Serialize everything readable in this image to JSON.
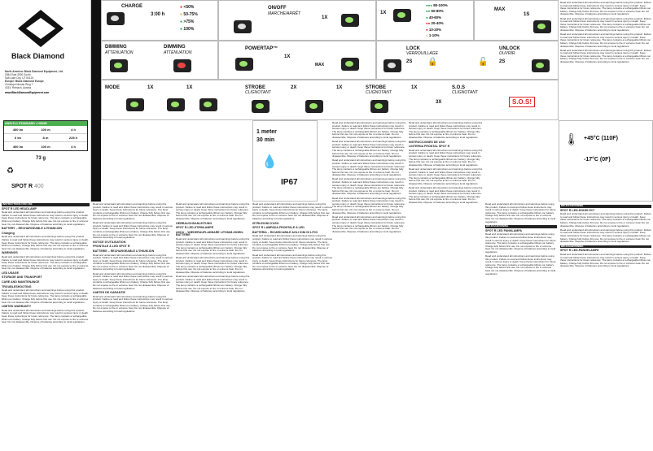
{
  "brand": {
    "name": "Black Diamond",
    "product": "SPOT R",
    "model": "400"
  },
  "address": {
    "lines": [
      "North America: Black Diamond Equipment, Ltd.",
      "2084 East 3900 South",
      "Salt Lake City, UT 84124",
      "Europe: Black Diamond Europe",
      "Christoph Merian Ring 7",
      "4153, Reinach, Austria"
    ],
    "web": "www.BlackDiamondEquipment.com"
  },
  "spec": {
    "header": "ANSI FL1 STANDARD • HIGHR",
    "rows": [
      {
        "mode": "400 lm",
        "dist": "100 m",
        "time": "4 h"
      },
      {
        "mode": "6 lm",
        "dist": "8 m",
        "time": "225 h"
      },
      {
        "mode": "400 lm",
        "dist": "100 m",
        "time": "4 h"
      }
    ],
    "weight": "73 g"
  },
  "sections": {
    "charge": "CHARGE",
    "charge_time": "3:00 h",
    "charge_levels": [
      "<50%",
      "50-75%",
      ">75%",
      "100%"
    ],
    "onoff": "ON/OFF",
    "onoff_fr": "MARCHE/ARRÊT",
    "battery_levels": [
      "80-100%",
      "60-80%",
      "40-60%",
      "20-40%",
      "10-20%",
      "1-10%"
    ],
    "max": "MAX",
    "max_time": "1S",
    "dimming": "DIMMING",
    "attenuation": "ATTENUATION",
    "powertap": "POWERTAP™",
    "max_label": "MAX",
    "lock": "LOCK",
    "verrouillage": "VERROUILLAGE",
    "unlock": "UNLOCK",
    "ouvrir": "OUVRIR",
    "lock_time": "2S",
    "mode": "MODE",
    "strobe": "STROBE",
    "clignotant": "CLIGNOTANT",
    "sos": "S.O.S",
    "sos_label": "S.O.S!",
    "one_x": "1X",
    "two_x": "2X",
    "three_x": "3X",
    "depth": "1 meter",
    "depth_time": "30 min",
    "ip": "IP67",
    "temp_high": "+45°C (110F)",
    "temp_low": "-17°C (0F)"
  },
  "columns": {
    "col1": {
      "title": "INSTRUCTIONS FOR USE",
      "sub": "SPOT R LED HEADLAMP",
      "battery": "BATTERY – RECHARGEABLE LITHIUM-ION",
      "charging": "Charging",
      "warnings": "WARNINGS",
      "led_usage": "LED USAGE",
      "storage": "STORAGE AND TRANSPORT",
      "care": "CARE AND MAINTENANCE",
      "trouble": "TROUBLESHOOTING",
      "warranty": "LIMITED WARRANTY"
    },
    "col2": {
      "title": "NOTICE D'UTILISATION",
      "sub": "FRONTALE À LED SPOT R",
      "battery": "BATTERIE – RECHARGEABLE LITHIUM-ION",
      "warranty": "LIMITES DE GARANTIE"
    },
    "col3": {
      "title": "GEBRAUCHSANLEITUNG",
      "sub": "SPOT R LED-STIRNLAMPE",
      "battery": "AKKU – WIEDERAUFLADBARE LITHIUM-IONEN-BATTERIE"
    },
    "col4": {
      "title": "ISTRUZIONI D'USO",
      "sub": "SPOT R LAMPADA FRONTALE A LED",
      "battery": "BATTERIA – RICARICABILE AGLI IONI DI LITIO"
    },
    "col5": {
      "title": "INSTRUCCIONES DE USO",
      "sub": "LINTERNA FRONTAL SPOT R"
    },
    "col6": {
      "title": "BRUKSANVISNING",
      "sub": "SPOT R LED PANNLAMPA"
    },
    "col7": {
      "title": "BRUKSANVISNING",
      "sub": "SPOT R LED-HODELYKT",
      "title2": "BRUGSANVISNING",
      "sub2": "SPOT R LED-PANDELAMPE"
    }
  },
  "body_text": "Read and understand all instructions and warnings before using this product. Failure to read and follow these instructions may result in serious injury or death. Keep these instructions for future reference. The lamp contains a rechargeable lithium-ion battery. Charge fully before first use. Do not expose to fire or extreme heat. Do not disassemble. Dispose of batteries according to local regulations."
}
